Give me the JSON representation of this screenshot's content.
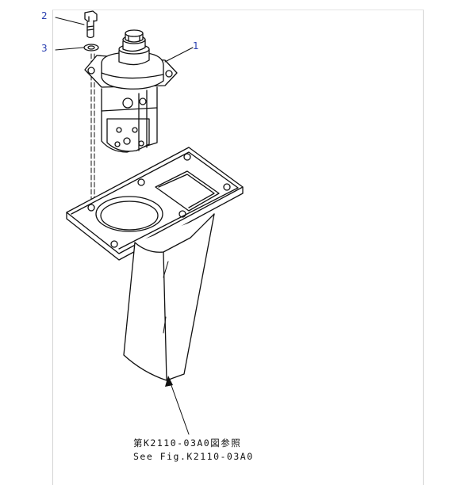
{
  "callouts": [
    {
      "id": "2",
      "label": "2"
    },
    {
      "id": "3",
      "label": "3"
    },
    {
      "id": "1",
      "label": "1"
    }
  ],
  "caption": {
    "line_jp": "第K2110-03A0図参照",
    "line_en": "See Fig.K2110-03A0"
  },
  "colors": {
    "link_blue": "#2a3fb0",
    "line": "#111111",
    "frame": "#d4d4d4"
  }
}
